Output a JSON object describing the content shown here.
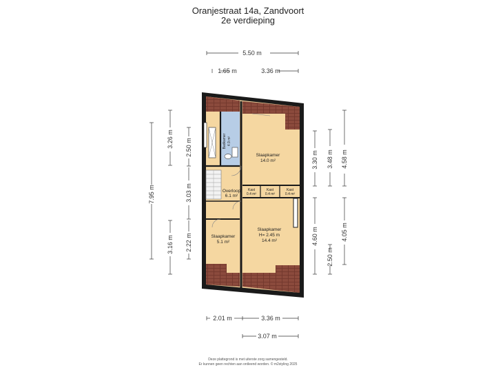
{
  "header": {
    "address": "Oranjestraat 14a, Zandvoort",
    "floor": "2e verdieping"
  },
  "dimensions": {
    "top_total": "5.50 m",
    "top_left": "1.65 m",
    "top_right": "3.36 m",
    "bottom_left": "2.01 m",
    "bottom_right": "3.36 m",
    "bottom_lower": "3.07 m",
    "left_total": "7.95 m",
    "left_upper": "3.26 m",
    "left_lower": "3.16 m",
    "inner_left_a": "2.50 m",
    "inner_left_b": "3.03 m",
    "inner_left_c": "2.22 m",
    "right_a": "3.30 m",
    "right_b": "3.48 m",
    "right_total": "4.58 m",
    "right_c": "4.60 m",
    "right_d": "2.50 m",
    "right_e": "4.05 m"
  },
  "rooms": {
    "badkamer": {
      "name": "Badkamer",
      "area": "4.9 m²"
    },
    "slaapkamer1": {
      "name": "Slaapkamer",
      "area": "14.0 m²"
    },
    "overloop": {
      "name": "Overloop",
      "area": "6.1 m²"
    },
    "kast1": {
      "name": "Kast",
      "area": "0.4 m²"
    },
    "kast2": {
      "name": "Kast",
      "area": "0.4 m²"
    },
    "kast3": {
      "name": "Kast",
      "area": "0.4 m²"
    },
    "slaapkamer2": {
      "name": "Slaapkamer",
      "height": "H= 2.45 m",
      "area": "14.4 m²"
    },
    "slaapkamer3": {
      "name": "Slaapkamer",
      "area": "5.1 m²"
    }
  },
  "footer": {
    "line1": "Deze plattegrond is met uiterste zorg samengesteld.",
    "line2": "Er kunnen geen rechten aan ontleend worden. © m2styling 2025"
  },
  "colors": {
    "wall": "#1a1a1a",
    "floor": "#f5d7a1",
    "bathroom": "#b7cde6",
    "roof": "#8b4a3c",
    "landing": "#f2f2f2"
  }
}
